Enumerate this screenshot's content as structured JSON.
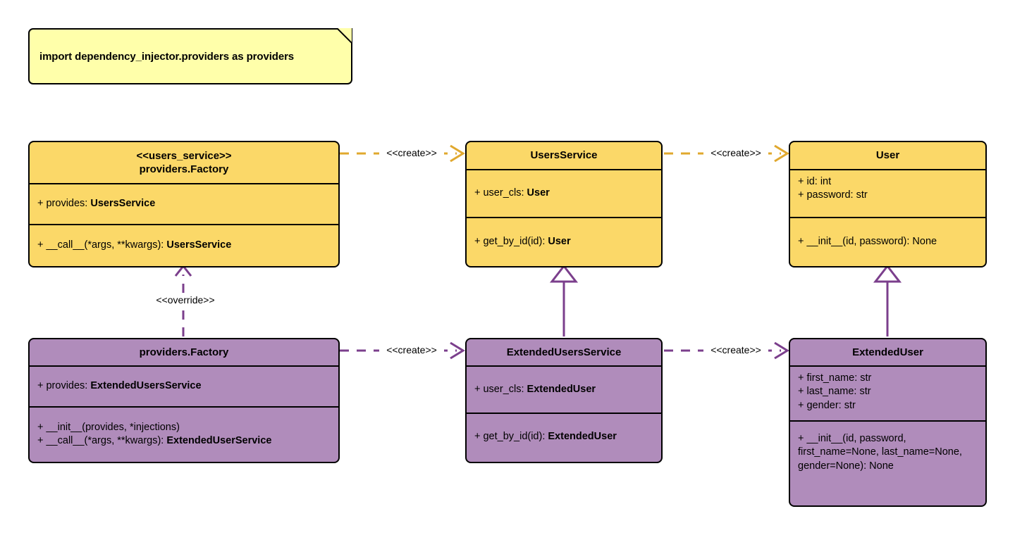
{
  "diagram": {
    "title": "dependency_injector providers UML class diagram",
    "colors": {
      "yellow_fill": "#fbd868",
      "purple_fill": "#b08cbb",
      "note_fill": "#ffffaa",
      "yellow_edge": "#e0a82e",
      "purple_edge": "#7b3f8c",
      "border": "#000000",
      "background": "#ffffff"
    }
  },
  "note": {
    "text": "import dependency_injector.providers as providers"
  },
  "classes": [
    {
      "id": "users_service_factory",
      "color": "yellow",
      "header_lines": [
        "<<users_service>>",
        "providers.Factory"
      ],
      "attributes": [
        {
          "prefix": "+ provides: ",
          "emphasis": "UsersService",
          "suffix": ""
        }
      ],
      "methods": [
        {
          "prefix": "+ __call__(*args, **kwargs): ",
          "emphasis": "UsersService",
          "suffix": ""
        }
      ]
    },
    {
      "id": "users_service",
      "color": "yellow",
      "header_lines": [
        "UsersService"
      ],
      "attributes": [
        {
          "prefix": "+ user_cls: ",
          "emphasis": "User",
          "suffix": ""
        }
      ],
      "methods": [
        {
          "prefix": "+ get_by_id(id): ",
          "emphasis": "User",
          "suffix": ""
        }
      ]
    },
    {
      "id": "user",
      "color": "yellow",
      "header_lines": [
        "User"
      ],
      "attributes": [
        {
          "prefix": "+ id: int",
          "emphasis": "",
          "suffix": ""
        },
        {
          "prefix": "+ password: str",
          "emphasis": "",
          "suffix": ""
        }
      ],
      "methods": [
        {
          "prefix": "+ __init__(id, password): None",
          "emphasis": "",
          "suffix": ""
        }
      ]
    },
    {
      "id": "extended_factory",
      "color": "purple",
      "header_lines": [
        "providers.Factory"
      ],
      "attributes": [
        {
          "prefix": "+ provides: ",
          "emphasis": "ExtendedUsersService",
          "suffix": ""
        }
      ],
      "methods": [
        {
          "prefix": "+ __init__(provides, *injections)",
          "emphasis": "",
          "suffix": ""
        },
        {
          "prefix": "+ __call__(*args, **kwargs): ",
          "emphasis": "ExtendedUserService",
          "suffix": ""
        }
      ]
    },
    {
      "id": "extended_users_service",
      "color": "purple",
      "header_lines": [
        "ExtendedUsersService"
      ],
      "attributes": [
        {
          "prefix": "+ user_cls: ",
          "emphasis": "ExtendedUser",
          "suffix": ""
        }
      ],
      "methods": [
        {
          "prefix": "+ get_by_id(id): ",
          "emphasis": "ExtendedUser",
          "suffix": ""
        }
      ]
    },
    {
      "id": "extended_user",
      "color": "purple",
      "header_lines": [
        "ExtendedUser"
      ],
      "attributes": [
        {
          "prefix": "+ first_name: str",
          "emphasis": "",
          "suffix": ""
        },
        {
          "prefix": "+ last_name: str",
          "emphasis": "",
          "suffix": ""
        },
        {
          "prefix": "+ gender: str",
          "emphasis": "",
          "suffix": ""
        }
      ],
      "methods": [
        {
          "prefix": "+ __init__(id, password, first_name=None, last_name=None, gender=None): None",
          "emphasis": "",
          "suffix": ""
        }
      ]
    }
  ],
  "edges": [
    {
      "id": "create-1",
      "label": "<<create>>",
      "style": "dashed",
      "arrow": "open",
      "color": "#e0a82e",
      "from": "users_service_factory",
      "to": "users_service"
    },
    {
      "id": "create-2",
      "label": "<<create>>",
      "style": "dashed",
      "arrow": "open",
      "color": "#e0a82e",
      "from": "users_service",
      "to": "user"
    },
    {
      "id": "override-1",
      "label": "<<override>>",
      "style": "dashed",
      "arrow": "open",
      "color": "#7b3f8c",
      "from": "extended_factory",
      "to": "users_service_factory"
    },
    {
      "id": "create-3",
      "label": "<<create>>",
      "style": "dashed",
      "arrow": "open",
      "color": "#7b3f8c",
      "from": "extended_factory",
      "to": "extended_users_service"
    },
    {
      "id": "create-4",
      "label": "<<create>>",
      "style": "dashed",
      "arrow": "open",
      "color": "#7b3f8c",
      "from": "extended_users_service",
      "to": "extended_user"
    },
    {
      "id": "inherit-1",
      "label": "",
      "style": "solid",
      "arrow": "triangle",
      "color": "#7b3f8c",
      "from": "extended_users_service",
      "to": "users_service"
    },
    {
      "id": "inherit-2",
      "label": "",
      "style": "solid",
      "arrow": "triangle",
      "color": "#7b3f8c",
      "from": "extended_user",
      "to": "user"
    }
  ]
}
